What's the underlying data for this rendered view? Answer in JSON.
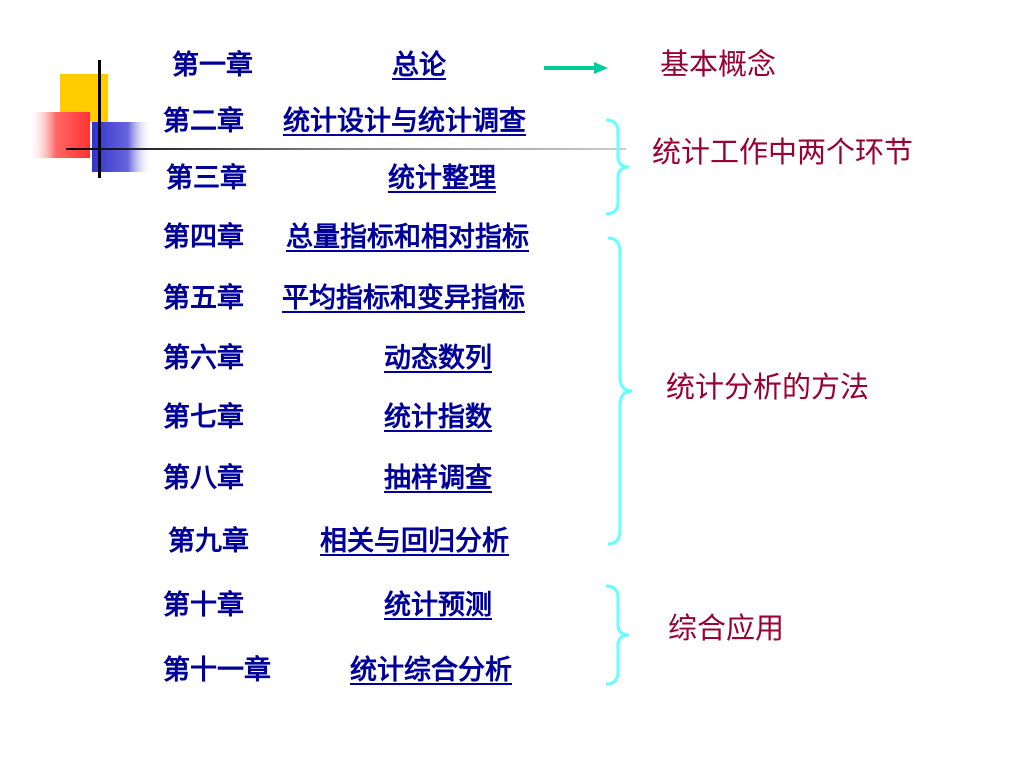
{
  "colors": {
    "chapter_text": "#000099",
    "category_text": "#990033",
    "bracket": "#66ffff",
    "arrow": "#00cc99",
    "deco_yellow": "#ffcc00",
    "deco_red": "#ff3333",
    "deco_blue": "#3333cc"
  },
  "chapters": [
    {
      "number": "第一章",
      "title": "总论"
    },
    {
      "number": "第二章",
      "title": "统计设计与统计调查"
    },
    {
      "number": "第三章",
      "title": "统计整理"
    },
    {
      "number": "第四章",
      "title": "总量指标和相对指标"
    },
    {
      "number": "第五章",
      "title": "平均指标和变异指标"
    },
    {
      "number": "第六章",
      "title": "动态数列"
    },
    {
      "number": "第七章",
      "title": "统计指数"
    },
    {
      "number": "第八章",
      "title": "抽样调查"
    },
    {
      "number": "第九章",
      "title": "相关与回归分析"
    },
    {
      "number": "第十章",
      "title": "统计预测"
    },
    {
      "number": "第十一章",
      "title": "统计综合分析"
    }
  ],
  "categories": {
    "basic": "基本概念",
    "work": "统计工作中两个环节",
    "analysis": "统计分析的方法",
    "application": "综合应用"
  },
  "icons": {
    "arrow": "arrow-right-icon",
    "decoration": "slide-corner-decoration-icon"
  }
}
